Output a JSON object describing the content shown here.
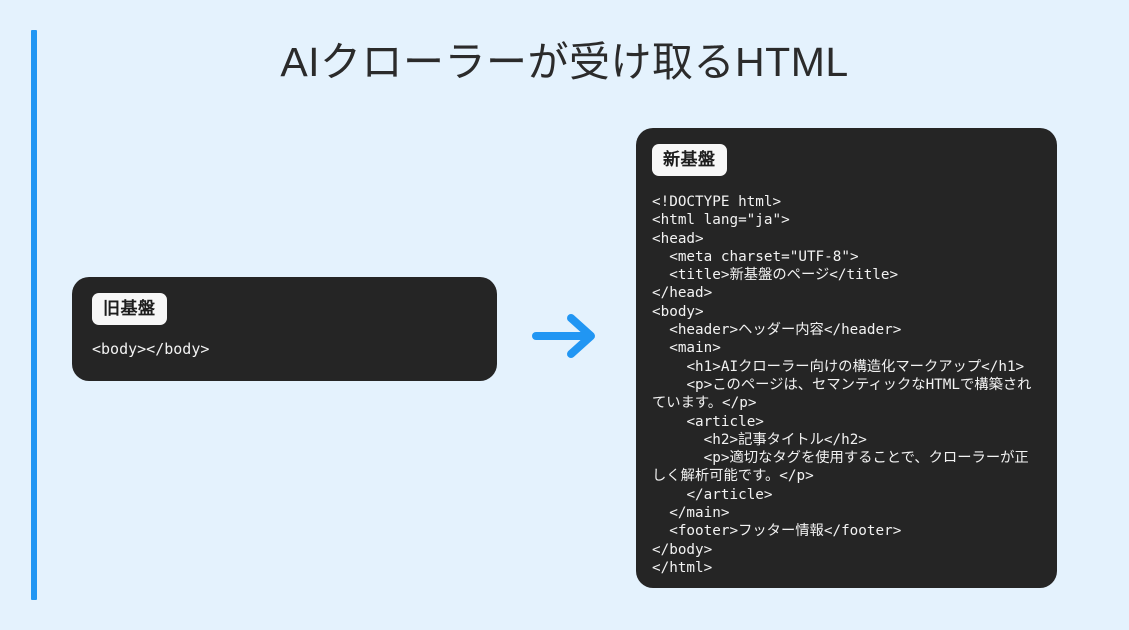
{
  "slide": {
    "title": "AIクローラーが受け取るHTML",
    "accent_color": "#2196f3",
    "background_color": "#e4f2fd",
    "card_color": "#252525"
  },
  "old_panel": {
    "badge": "旧基盤",
    "code": "<body></body>"
  },
  "transition": {
    "arrow_icon": "arrow-right-icon",
    "arrow_color": "#2196f3"
  },
  "new_panel": {
    "badge": "新基盤",
    "code": "<!DOCTYPE html>\n<html lang=\"ja\">\n<head>\n  <meta charset=\"UTF-8\">\n  <title>新基盤のページ</title>\n</head>\n<body>\n  <header>ヘッダー内容</header>\n  <main>\n    <h1>AIクローラー向けの構造化マークアップ</h1>\n    <p>このページは、セマンティックなHTMLで構築されています。</p>\n    <article>\n      <h2>記事タイトル</h2>\n      <p>適切なタグを使用することで、クローラーが正しく解析可能です。</p>\n    </article>\n  </main>\n  <footer>フッター情報</footer>\n</body>\n</html>",
    "code_lines": [
      "<!DOCTYPE html>",
      "<html lang=\"ja\">",
      "<head>",
      "  <meta charset=\"UTF-8\">",
      "  <title>新基盤のページ</title>",
      "</head>",
      "<body>",
      "  <header>ヘッダー内容</header>",
      "  <main>",
      "    <h1>AIクローラー向けの構造化マークアップ</h1>",
      "    <p>このページは、セマンティックなHTMLで構築されています。</p>",
      "    <article>",
      "      <h2>記事タイトル</h2>",
      "      <p>適切なタグを使用することで、クローラーが正しく解析可能です。</p>",
      "    </article>",
      "  </main>",
      "  <footer>フッター情報</footer>",
      "</body>",
      "</html>"
    ]
  }
}
